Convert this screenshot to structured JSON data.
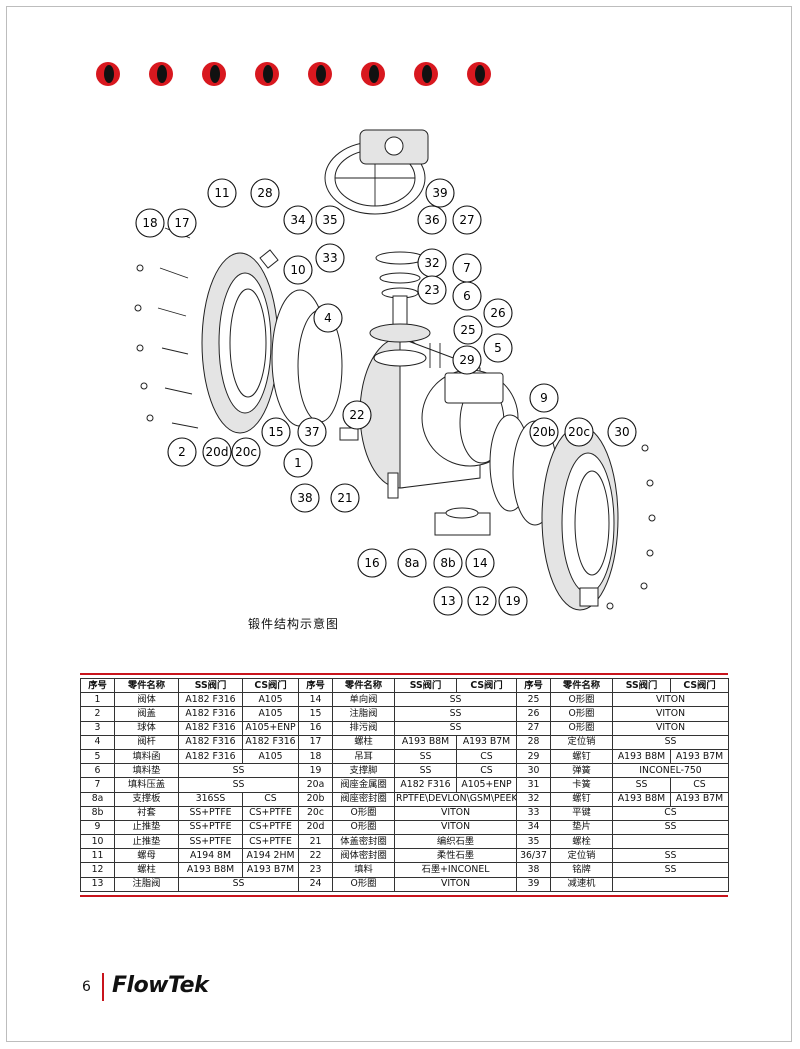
{
  "caption": "锻件结构示意图",
  "table": {
    "header": [
      "序号",
      "零件名称",
      "SS阀门",
      "CS阀门",
      "序号",
      "零件名称",
      "SS阀门",
      "CS阀门",
      "序号",
      "零件名称",
      "SS阀门",
      "CS阀门"
    ],
    "rows": [
      [
        "1",
        "阀体",
        "A182 F316",
        "A105",
        "14",
        "单向阀",
        "SS",
        "",
        "25",
        "O形圈",
        "VITON",
        ""
      ],
      [
        "2",
        "阀盖",
        "A182 F316",
        "A105",
        "15",
        "注脂阀",
        "SS",
        "",
        "26",
        "O形圈",
        "VITON",
        ""
      ],
      [
        "3",
        "球体",
        "A182 F316",
        "A105+ENP",
        "16",
        "排污阀",
        "SS",
        "",
        "27",
        "O形圈",
        "VITON",
        ""
      ],
      [
        "4",
        "阀杆",
        "A182 F316",
        "A182 F316",
        "17",
        "螺柱",
        "A193 B8M",
        "A193 B7M",
        "28",
        "定位销",
        "SS",
        ""
      ],
      [
        "5",
        "填料函",
        "A182 F316",
        "A105",
        "18",
        "吊耳",
        "SS",
        "CS",
        "29",
        "螺钉",
        "A193 B8M",
        "A193 B7M"
      ],
      [
        "6",
        "填料垫",
        "SS",
        "",
        "19",
        "支撑脚",
        "SS",
        "CS",
        "30",
        "弹簧",
        "INCONEL-750",
        ""
      ],
      [
        "7",
        "填料压盖",
        "SS",
        "",
        "20a",
        "阀座金属圈",
        "A182 F316",
        "A105+ENP",
        "31",
        "卡簧",
        "SS",
        "CS"
      ],
      [
        "8a",
        "支撑板",
        "316SS",
        "CS",
        "20b",
        "阀座密封圈",
        "RPTFE\\DEVLON\\GSM\\PEEK",
        "",
        "32",
        "螺钉",
        "A193 B8M",
        "A193 B7M"
      ],
      [
        "8b",
        "衬套",
        "SS+PTFE",
        "CS+PTFE",
        "20c",
        "O形圈",
        "VITON",
        "",
        "33",
        "平键",
        "CS",
        ""
      ],
      [
        "9",
        "止推垫",
        "SS+PTFE",
        "CS+PTFE",
        "20d",
        "O形圈",
        "VITON",
        "",
        "34",
        "垫片",
        "SS",
        ""
      ],
      [
        "10",
        "止推垫",
        "SS+PTFE",
        "CS+PTFE",
        "21",
        "体盖密封圈",
        "编织石墨",
        "",
        "35",
        "螺栓",
        "",
        ""
      ],
      [
        "11",
        "螺母",
        "A194 8M",
        "A194 2HM",
        "22",
        "阀体密封圈",
        "柔性石墨",
        "",
        "36/37",
        "定位销",
        "SS",
        ""
      ],
      [
        "12",
        "螺柱",
        "A193 B8M",
        "A193 B7M",
        "23",
        "填料",
        "石墨+INCONEL",
        "",
        "38",
        "铭牌",
        "SS",
        ""
      ],
      [
        "13",
        "注脂阀",
        "SS",
        "",
        "24",
        "O形圈",
        "VITON",
        "",
        "39",
        "减速机",
        "",
        ""
      ]
    ]
  },
  "callouts": [
    "11",
    "28",
    "18",
    "17",
    "34",
    "35",
    "36",
    "27",
    "39",
    "33",
    "32",
    "7",
    "10",
    "23",
    "6",
    "4",
    "26",
    "25",
    "5",
    "29",
    "9",
    "22",
    "37",
    "15",
    "1",
    "20d",
    "20c",
    "2",
    "20b",
    "20c",
    "30",
    "38",
    "21",
    "16",
    "8a",
    "8b",
    "14",
    "13",
    "12",
    "19"
  ],
  "footer": {
    "page_number": "6",
    "logo": "FlowTek"
  },
  "colors": {
    "accent_red": "#d8181f",
    "rule_red": "#c8141c"
  }
}
